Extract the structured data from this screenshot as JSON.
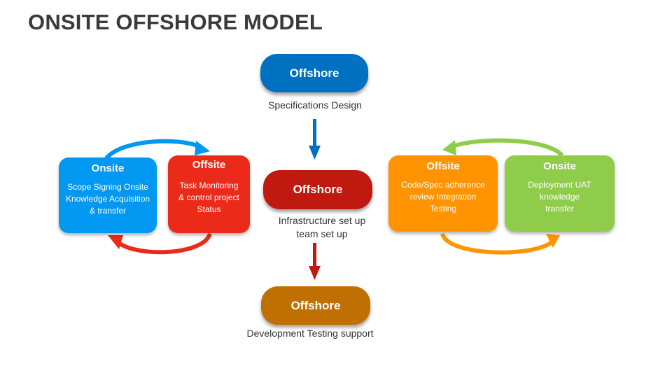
{
  "title": "ONSITE OFFSHORE MODEL",
  "center": {
    "top": {
      "label": "Offshore",
      "caption": "Specifications Design",
      "color": "#0070C0"
    },
    "middle": {
      "label": "Offshore",
      "caption_line1": "Infrastructure set up",
      "caption_line2": "team set up",
      "color": "#C0190F"
    },
    "bottom": {
      "label": "Offshore",
      "caption": "Development Testing support",
      "color": "#C07000"
    }
  },
  "left_cycle": {
    "onsite": {
      "title": "Onsite",
      "line1": "Scope Signing Onsite",
      "line2": "Knowledge Acquisition",
      "line3": "& transfer",
      "color": "#0098F0"
    },
    "offsite": {
      "title": "Offsite",
      "line1": "Task Monitoring",
      "line2": "& control project",
      "line3": "Status",
      "color": "#EB2A1A"
    }
  },
  "right_cycle": {
    "offsite": {
      "title": "Offsite",
      "line1": "Code/Spec adherence",
      "line2": "review Integration",
      "line3": "Testing",
      "color": "#FF9400"
    },
    "onsite": {
      "title": "Onsite",
      "line1": "Deployment UAT",
      "line2": "knowledge",
      "line3": "transfer",
      "color": "#8FCC4A"
    }
  }
}
